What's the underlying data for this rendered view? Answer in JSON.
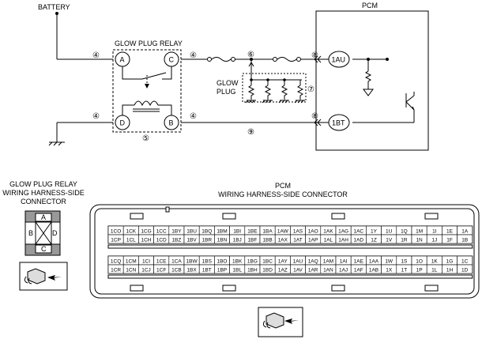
{
  "labels": {
    "battery": "BATTERY",
    "pcm": "PCM",
    "glow_plug_relay": "GLOW PLUG RELAY",
    "glow_plug_line1": "GLOW",
    "glow_plug_line2": "PLUG",
    "relay_terminals": [
      "A",
      "C",
      "D",
      "B"
    ],
    "pcm_terminal_au": "1AU",
    "pcm_terminal_bt": "1BT",
    "relay_connector_title": [
      "GLOW PLUG RELAY",
      "WIRING HARNESS-SIDE",
      "CONNECTOR"
    ],
    "pcm_connector_title": [
      "PCM",
      "WIRING HARNESS-SIDE CONNECTOR"
    ],
    "relay_connector_pins": [
      "A",
      "B",
      "D",
      "C"
    ]
  },
  "wire_markers": {
    "n4": "④",
    "n5": "⑤",
    "n6": "⑥",
    "n7": "⑦",
    "n8": "⑧",
    "n9": "⑨"
  },
  "pcm_connector": {
    "block1_row1": [
      "1CO",
      "1CK",
      "1CG",
      "1CC",
      "1BY",
      "1BU",
      "1BQ",
      "1BM",
      "1BI",
      "1BE",
      "1BA",
      "1AW",
      "1AS",
      "1AO",
      "1AK",
      "1AG",
      "1AC",
      "1Y",
      "1U",
      "1Q",
      "1M",
      "1I",
      "1E",
      "1A"
    ],
    "block1_row2": [
      "1CP",
      "1CL",
      "1CH",
      "1CD",
      "1BZ",
      "1BV",
      "1BR",
      "1BN",
      "1BJ",
      "1BF",
      "1BB",
      "1AX",
      "1AT",
      "1AP",
      "1AL",
      "1AH",
      "1AD",
      "1Z",
      "1V",
      "1R",
      "1N",
      "1J",
      "1F",
      "1B"
    ],
    "block2_row1": [
      "1CQ",
      "1CM",
      "1CI",
      "1CE",
      "1CA",
      "1BW",
      "1BS",
      "1BO",
      "1BK",
      "1BG",
      "1BC",
      "1AY",
      "1AU",
      "1AQ",
      "1AM",
      "1AI",
      "1AE",
      "1AA",
      "1W",
      "1S",
      "1O",
      "1K",
      "1G",
      "1C"
    ],
    "block2_row2": [
      "1CR",
      "1CN",
      "1CJ",
      "1CF",
      "1CB",
      "1BX",
      "1BT",
      "1BP",
      "1BL",
      "1BH",
      "1BD",
      "1AZ",
      "1AV",
      "1AR",
      "1AN",
      "1AJ",
      "1AF",
      "1AB",
      "1X",
      "1T",
      "1P",
      "1L",
      "1H",
      "1D"
    ]
  }
}
